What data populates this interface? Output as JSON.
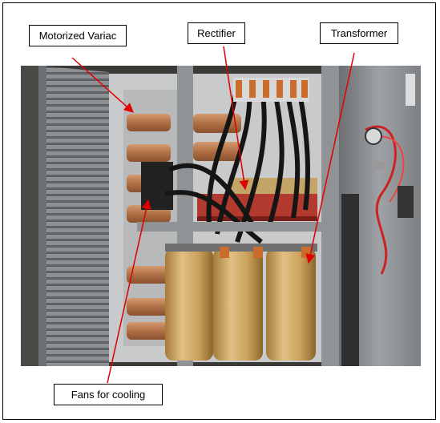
{
  "figure": {
    "labels": {
      "motorized_variac": "Motorized Variac",
      "rectifier": "Rectifier",
      "transformer": "Transformer",
      "fans_for_cooling": "Fans for cooling"
    },
    "arrow_color": "#e00000"
  }
}
